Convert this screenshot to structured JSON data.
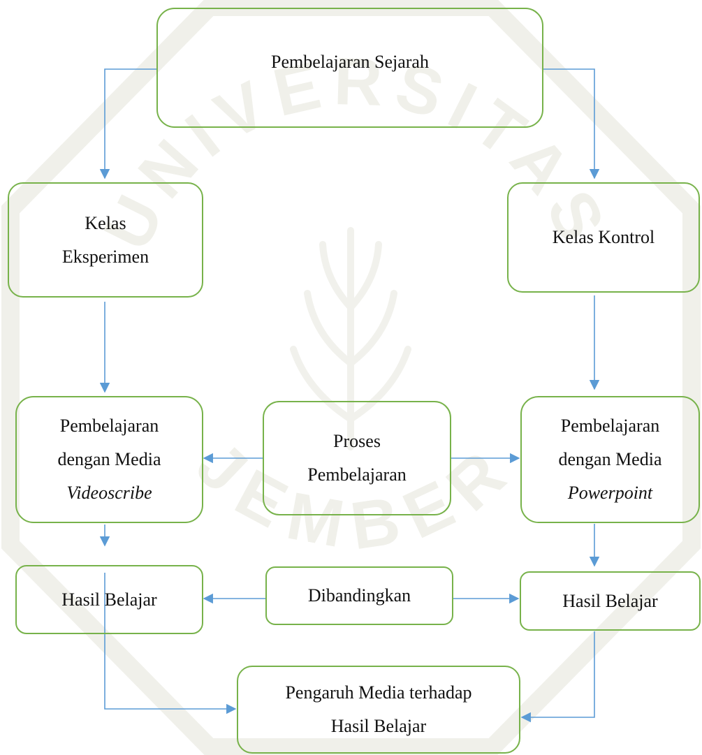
{
  "diagram": {
    "colors": {
      "box_border": "#77b24a",
      "arrow": "#5b9bd5",
      "watermark": "#f0f0ea"
    },
    "watermark": {
      "text": "UNIVERSITAS JEMBER",
      "top_word": "UNIVERSITAS",
      "bottom_word": "JEMBER"
    },
    "nodes": {
      "pembelajaran_sejarah": {
        "lines": [
          "Pembelajaran Sejarah"
        ]
      },
      "kelas_eksperimen": {
        "lines": [
          "Kelas",
          "Eksperimen"
        ]
      },
      "kelas_kontrol": {
        "lines": [
          "Kelas Kontrol"
        ]
      },
      "proses_pembelajaran": {
        "lines": [
          "Proses",
          "Pembelajaran"
        ]
      },
      "media_videoscribe": {
        "lines": [
          "Pembelajaran",
          "dengan Media",
          "Videoscribe"
        ]
      },
      "media_powerpoint": {
        "lines": [
          "Pembelajaran",
          "dengan Media",
          "Powerpoint"
        ]
      },
      "hasil_belajar_left": {
        "lines": [
          "Hasil Belajar"
        ]
      },
      "dibandingkan": {
        "lines": [
          "Dibandingkan"
        ]
      },
      "hasil_belajar_right": {
        "lines": [
          "Hasil Belajar"
        ]
      },
      "pengaruh_media": {
        "lines": [
          "Pengaruh Media terhadap",
          "Hasil Belajar"
        ]
      }
    },
    "edges": [
      {
        "from": "pembelajaran_sejarah",
        "to": "kelas_eksperimen"
      },
      {
        "from": "pembelajaran_sejarah",
        "to": "kelas_kontrol"
      },
      {
        "from": "kelas_eksperimen",
        "to": "media_videoscribe"
      },
      {
        "from": "kelas_kontrol",
        "to": "media_powerpoint"
      },
      {
        "from": "proses_pembelajaran",
        "to": "media_videoscribe"
      },
      {
        "from": "proses_pembelajaran",
        "to": "media_powerpoint"
      },
      {
        "from": "media_videoscribe",
        "to": "hasil_belajar_left"
      },
      {
        "from": "media_powerpoint",
        "to": "hasil_belajar_right"
      },
      {
        "from": "dibandingkan",
        "to": "hasil_belajar_left"
      },
      {
        "from": "dibandingkan",
        "to": "hasil_belajar_right"
      },
      {
        "from": "hasil_belajar_left",
        "to": "pengaruh_media"
      },
      {
        "from": "hasil_belajar_right",
        "to": "pengaruh_media"
      }
    ]
  }
}
